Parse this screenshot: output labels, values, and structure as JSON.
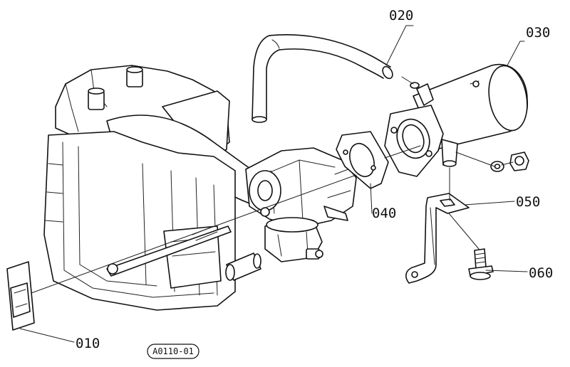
{
  "callouts": {
    "c010": "010",
    "c020": "020",
    "c030": "030",
    "c040": "040",
    "c050": "050",
    "c060": "060"
  },
  "ref_code": "A0110-01"
}
